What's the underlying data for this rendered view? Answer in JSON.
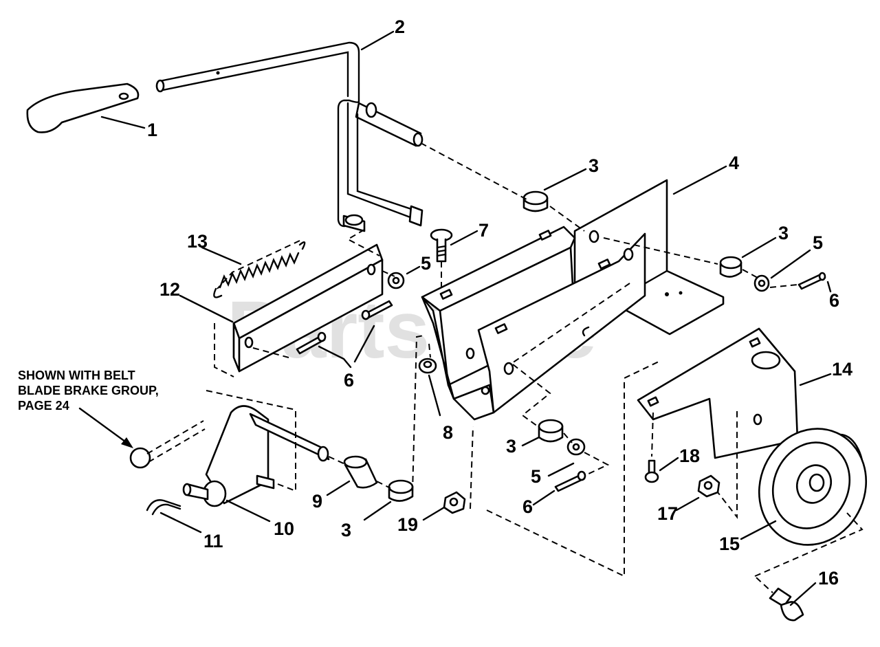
{
  "watermark": {
    "text": "PartsTree",
    "trademark": "™"
  },
  "note": {
    "line1": "SHOWN WITH BELT",
    "line2": "BLADE BRAKE GROUP,",
    "line3": "PAGE 24"
  },
  "callouts": {
    "c1": "1",
    "c2": "2",
    "c3a": "3",
    "c3b": "3",
    "c3c": "3",
    "c3d": "3",
    "c4": "4",
    "c5a": "5",
    "c5b": "5",
    "c5c": "5",
    "c6a": "6",
    "c6b": "6",
    "c6c": "6",
    "c7": "7",
    "c8": "8",
    "c9": "9",
    "c10": "10",
    "c11": "11",
    "c12": "12",
    "c13": "13",
    "c14": "14",
    "c15": "15",
    "c16": "16",
    "c17": "17",
    "c18": "18",
    "c19": "19"
  }
}
